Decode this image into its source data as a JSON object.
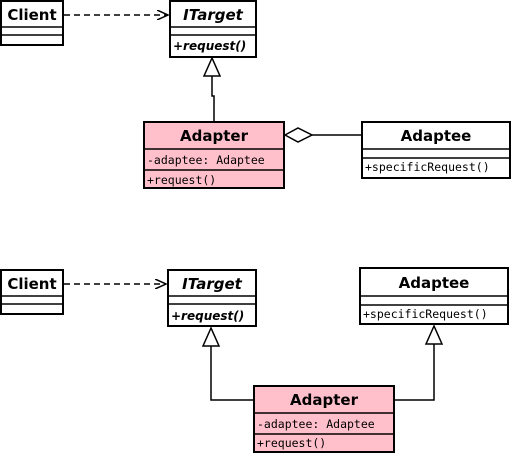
{
  "colors": {
    "adapter_fill": "#ffc0cb",
    "default_fill": "#ffffff",
    "stroke": "#000000"
  },
  "diagrams": [
    {
      "client": {
        "name": "Client"
      },
      "itarget": {
        "name": "ITarget",
        "operation": "+request()"
      },
      "adapter": {
        "name": "Adapter",
        "attribute": "-adaptee: Adaptee",
        "operation": "+request()"
      },
      "adaptee": {
        "name": "Adaptee",
        "operation": "+specificRequest()"
      }
    },
    {
      "client": {
        "name": "Client"
      },
      "itarget": {
        "name": "ITarget",
        "operation": "+request()"
      },
      "adapter": {
        "name": "Adapter",
        "attribute": "-adaptee: Adaptee",
        "operation": "+request()"
      },
      "adaptee": {
        "name": "Adaptee",
        "operation": "+specificRequest()"
      }
    }
  ]
}
